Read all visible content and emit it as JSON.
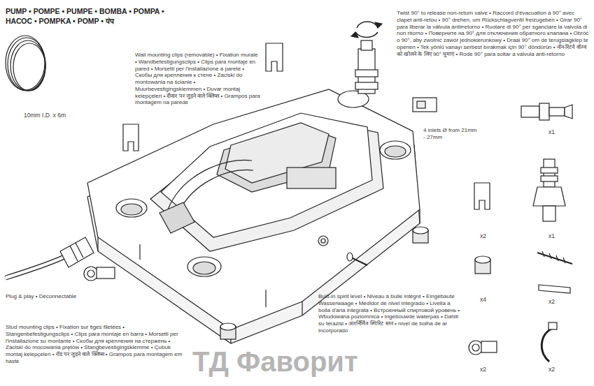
{
  "diagram": {
    "title": "PUMP • POMPE • PUMPE • BOMBA • POMPA • НАСОС • POMPKA • POMP • पंप",
    "labels": [
      "10mm I.D. x 6m",
      "Wall mounting clips (removable) • Fixation murale • Wandbefestigungsclips • Clips para montaje en pared • Morsetti per l'installazione a parete • Скобы для крепления к стене • Zaciski do montowania na ścianie • Muurbevestigingsklemmen • Duvar montaj kelepçeleri • दीवार पर जुड़ने वाले क्लिप्स • Grampos para montagem na parede",
      "Twist 90° to release non-return valve • Raccord d'évacuation à 90° avec clapet anti-retou • 90° drehen, um Rückschlagventil freizugeben • Girar 90° para liberar la válvula antirretorno • Ruotare di 90° per sganciare la valvola di non ritorno • Поверните на 90° для отключения обратного клапана • Obróć o 90°, aby zwolnić zawór jednokierunkowy • Draai 90° om de terugslagklep te openen • Tek yönlü vanayı serbest bırakmak için 90° döndürün • नॉन-रिटर्न वॉल्व को खोलने के लिए 90° घुमाएं • Rode 90° para soltar a válvula anti-retorno",
      "4 inlets Ø from 21mm - 27mm",
      "x1",
      "x1",
      "x2",
      "x4",
      "x2",
      "Plug & play • Déconnectable",
      "Stud mounting clips • Fixation sur tiges filetées • Stangenbefestigungsclips • Clips para montaje en barra • Morsetti per l'installazione su montante • Скобы для крепления на стержень • Zaciski do mocowania prętów • Stangbevestigingsklemme • Çubuk montaj kelepçeleri • रॉड पर जुड़ने वाले क्लिप्स • Grampos para montagem em haste",
      "Built-in spirit level • Niveau à bulle intégré • Eingebaute Wasserwaage • Medidor de nivel integrado • Livella a bolla d'aria integrata • Встроенный спиртовой уровень • Wbudowana poziomnica • Ingebouwde waterpas • Dahili su terazisi • अंतर्निर्मित स्पिरिट स्तर • nível de bolha de ar incorporado",
      "x2",
      "x2",
      "ТД Фаворит"
    ]
  }
}
